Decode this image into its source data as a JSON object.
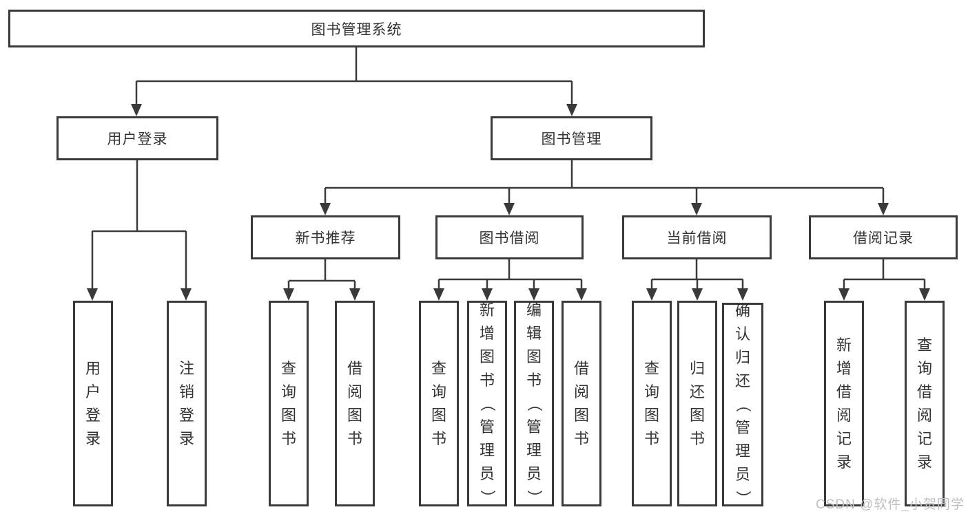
{
  "diagram": {
    "root": {
      "label": "图书管理系统"
    },
    "level2": [
      {
        "label": "用户登录",
        "children": [
          {
            "label": "用户登录"
          },
          {
            "label": "注销登录"
          }
        ]
      },
      {
        "label": "图书管理",
        "children": [
          {
            "label": "新书推荐",
            "children": [
              {
                "label": "查询图书"
              },
              {
                "label": "借阅图书"
              }
            ]
          },
          {
            "label": "图书借阅",
            "children": [
              {
                "label": "查询图书"
              },
              {
                "label": "新增图书（管理员）"
              },
              {
                "label": "编辑图书（管理员）"
              },
              {
                "label": "借阅图书"
              }
            ]
          },
          {
            "label": "当前借阅",
            "children": [
              {
                "label": "查询图书"
              },
              {
                "label": "归还图书"
              },
              {
                "label": "确认归还（管理员）"
              }
            ]
          },
          {
            "label": "借阅记录",
            "children": [
              {
                "label": "新增借阅记录"
              },
              {
                "label": "查询借阅记录"
              }
            ]
          }
        ]
      }
    ]
  },
  "watermark": "CSDN @软件_小贺同学",
  "colors": {
    "line": "#3a3a3c",
    "text": "#333336",
    "background": "#ffffff",
    "watermark": "#bfbfc3"
  }
}
